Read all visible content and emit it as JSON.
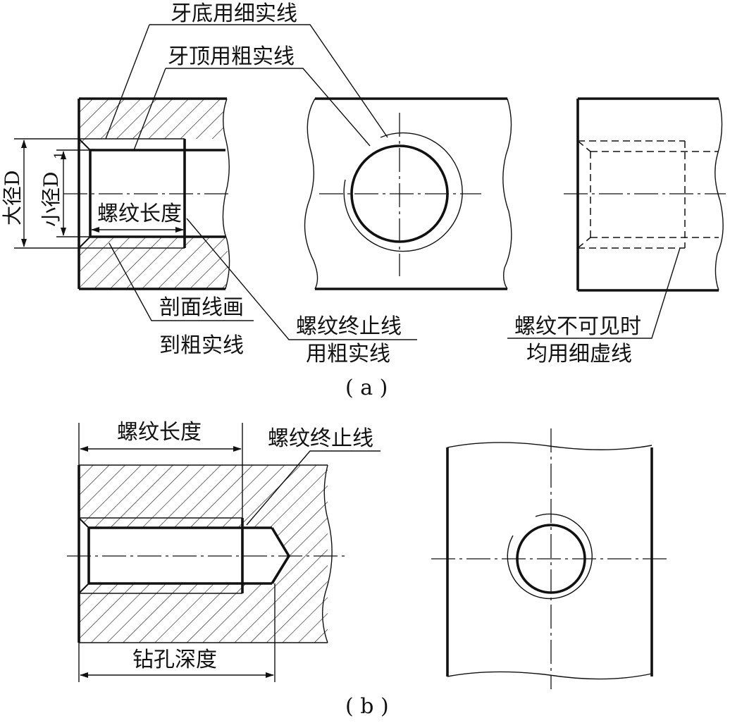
{
  "diagram": {
    "labels": {
      "root_thin": "牙底用细实线",
      "crest_thick": "牙顶用粗实线",
      "major_diameter": "大径D",
      "minor_diameter": "小径D",
      "minor_subscript": "1",
      "thread_length_a": "螺纹长度",
      "section_line_1": "剖面线画",
      "section_line_2": "到粗实线",
      "thread_end_1": "螺纹终止线",
      "thread_end_2": "用粗实线",
      "invisible_1": "螺纹不可见时",
      "invisible_2": "均用细虚线",
      "caption_a": "( a )",
      "thread_length_b": "螺纹长度",
      "thread_end_b": "螺纹终止线",
      "drill_depth": "钻孔深度",
      "caption_b": "( b )"
    },
    "colors": {
      "ink": "#111111",
      "paper": "#ffffff"
    }
  }
}
